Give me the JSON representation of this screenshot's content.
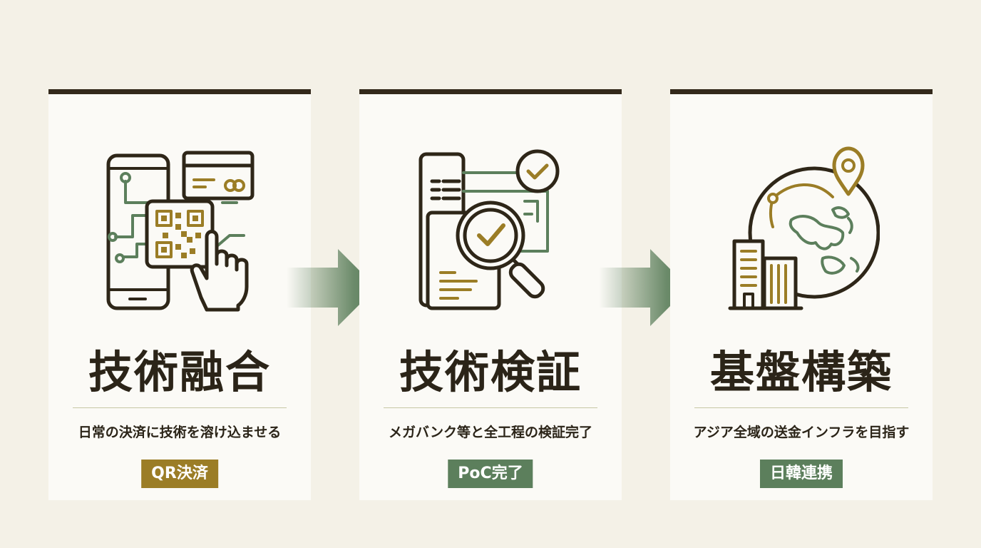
{
  "steps": [
    {
      "title": "技術融合",
      "description": "日常の決済に技術を溶け込ませる",
      "tag": "QR決済",
      "tag_color": "#9b7d26",
      "icon": "phone-qr-payment-icon"
    },
    {
      "title": "技術検証",
      "description": "メガバンク等と全工程の検証完了",
      "tag": "PoC完了",
      "tag_color": "#5c7f5c",
      "icon": "document-verification-icon"
    },
    {
      "title": "基盤構築",
      "description": "アジア全域の送金インフラを目指す",
      "tag": "日韓連携",
      "tag_color": "#5c7f5c",
      "icon": "globe-network-icon"
    }
  ],
  "colors": {
    "background": "#f4f1e7",
    "card": "#fbfaf6",
    "dark": "#33291b",
    "gold": "#9b7d26",
    "green": "#5c7f5c"
  }
}
